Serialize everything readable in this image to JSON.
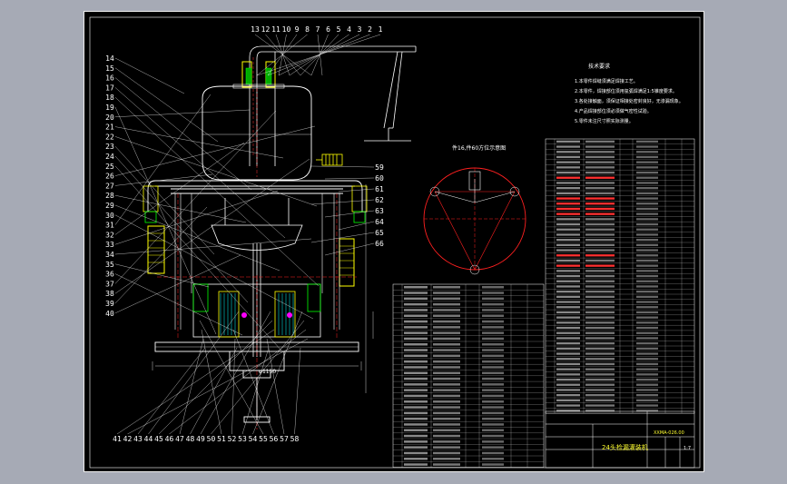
{
  "callouts": {
    "top": [
      "1",
      "2",
      "3",
      "4",
      "5",
      "6",
      "7",
      "8",
      "9",
      "10",
      "11",
      "12",
      "13"
    ],
    "left": [
      "14",
      "15",
      "16",
      "17",
      "18",
      "19",
      "20",
      "21",
      "22",
      "23",
      "24",
      "25",
      "26",
      "27",
      "28",
      "29",
      "30",
      "31",
      "32",
      "33",
      "34",
      "35",
      "36",
      "37",
      "38",
      "39",
      "40",
      "41",
      "42",
      "43",
      "44",
      "45",
      "46",
      "47",
      "48",
      "49",
      "50",
      "51",
      "52",
      "53",
      "54",
      "55",
      "56",
      "57",
      "58"
    ],
    "right": [
      "59",
      "60",
      "61",
      "62",
      "63",
      "64",
      "65",
      "66"
    ]
  },
  "drawing": {
    "detail_title": "件16,件60方位示意图",
    "tech_req_title": "技术要求",
    "tech_req_lines": [
      "1.本零件焊缝须满足焊接工艺。",
      "2.本零件，焊接部位须用氩弧焊满足1:5锥度要求。",
      "3.各处接触面，须保证相接处密封良好，无渗漏现象。",
      "4.产品焊接部位须必须做气密性试验。",
      "5.零件未注尺寸照实际测量。"
    ],
    "title_block_name": "24头检漏灌装机",
    "drawing_no": "XXMA-026.00",
    "scale": "1:7",
    "dimension_label": "φ1150"
  },
  "parts_list": {
    "red_rows": [
      7,
      11,
      12,
      13,
      14,
      22,
      24
    ],
    "left_rows_count": 32,
    "right_rows_count": 53
  },
  "colors": {
    "background": "#000000",
    "frame": "#ffffff",
    "line_white": "#ffffff",
    "line_yellow": "#ffff00",
    "line_red": "#ff2020",
    "line_green": "#00ff00",
    "line_cyan": "#00ffff",
    "line_magenta": "#ff00ff"
  }
}
